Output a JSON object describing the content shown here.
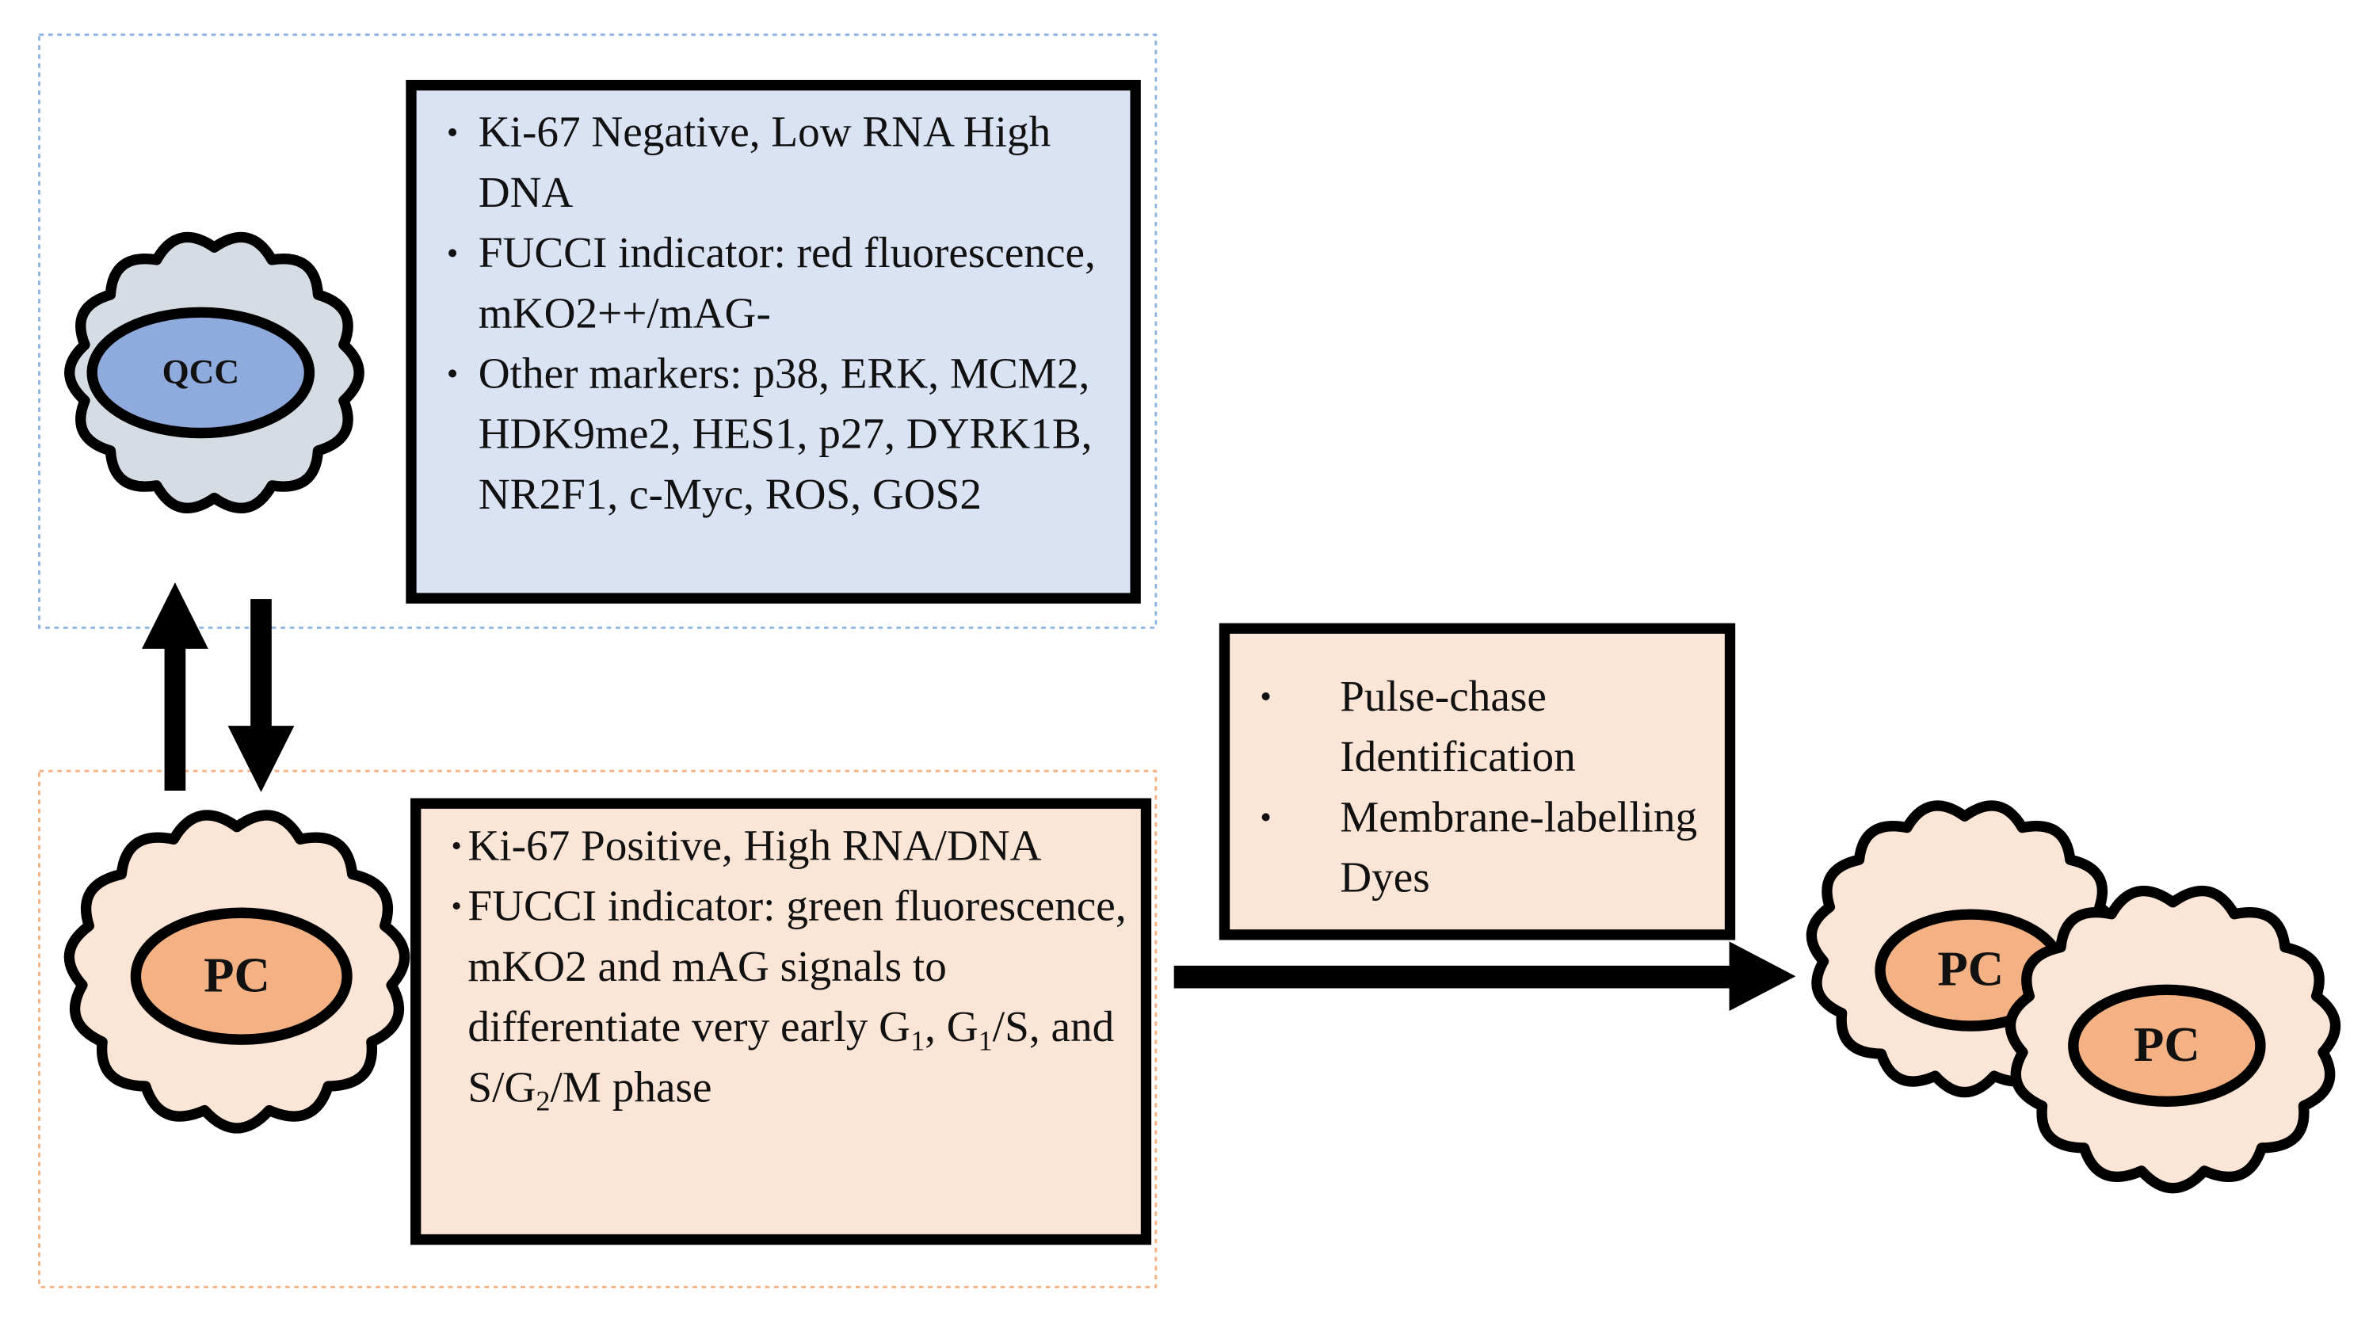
{
  "qcc_cell": {
    "label": "QCC",
    "nucleus_color": "#8faadc",
    "cytoplasm_color": "#d6dce4"
  },
  "pc_cells": [
    {
      "label": "PC"
    },
    {
      "label": "PC"
    },
    {
      "label": "PC"
    }
  ],
  "pc_colors": {
    "nucleus_color": "#f4b183",
    "cytoplasm_color": "#fbe5d6"
  },
  "qcc_markers": [
    "Ki-67 Negative, Low RNA High DNA",
    "FUCCI  indicator: red fluorescence, mKO2++/mAG-",
    "Other markers: p38, ERK, MCM2, HDK9me2, HES1, p27, DYRK1B, NR2F1, c-Myc, ROS, GOS2"
  ],
  "pc_markers": {
    "item1": "Ki-67 Positive, High RNA/DNA",
    "item2_text": "FUCCI  indicator: green fluorescence, mKO2 and mAG signals to differentiate very early G",
    "item2_sub1": "1",
    "item2_sep1": ", G",
    "item2_sub2": "1",
    "item2_sep2": "/S, and S/G",
    "item2_sub3": "2",
    "item2_end": "/M phase"
  },
  "identification_methods": [
    "Pulse-chase Identification",
    "Membrane-labelling Dyes"
  ],
  "bullet_symbol": "•",
  "colors": {
    "qcc_region_border": "#8db4e2",
    "pc_region_border": "#f4b183",
    "qcc_box_fill": "#dae3f3",
    "pc_box_fill": "#fbe5d6"
  }
}
